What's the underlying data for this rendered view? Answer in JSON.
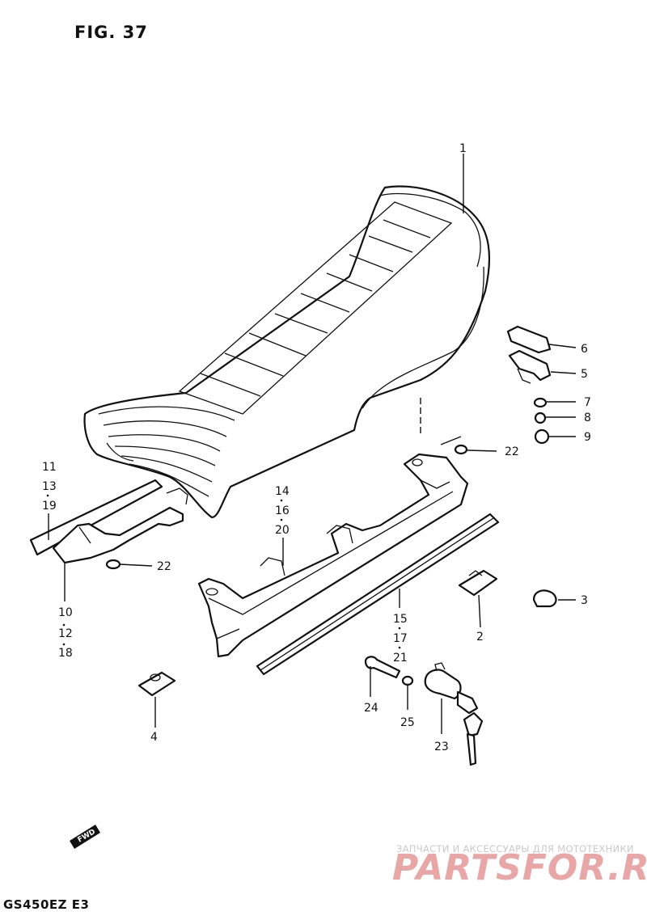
{
  "figure_title": "FIG. 37",
  "model_code": "GS450EZ  E3",
  "watermark": {
    "subtitle": "ЗАПЧАСТИ И АКСЕССУАРЫ ДЛЯ МОТОТЕХНИКИ",
    "logo": "PARTSFOR.RU"
  },
  "fwd_label": "FWD",
  "callouts": {
    "p1": "1",
    "p2": "2",
    "p3": "3",
    "p4": "4",
    "p5": "5",
    "p6": "6",
    "p7": "7",
    "p8": "8",
    "p9": "9",
    "g_left_top": [
      "11",
      "13",
      "19"
    ],
    "g_left_bottom": [
      "10",
      "12",
      "18"
    ],
    "g_mid_top": [
      "14",
      "16",
      "20"
    ],
    "g_mid_bottom": [
      "15",
      "17",
      "21"
    ],
    "p22a": "22",
    "p22b": "22",
    "p23": "23",
    "p24": "24",
    "p25": "25"
  }
}
